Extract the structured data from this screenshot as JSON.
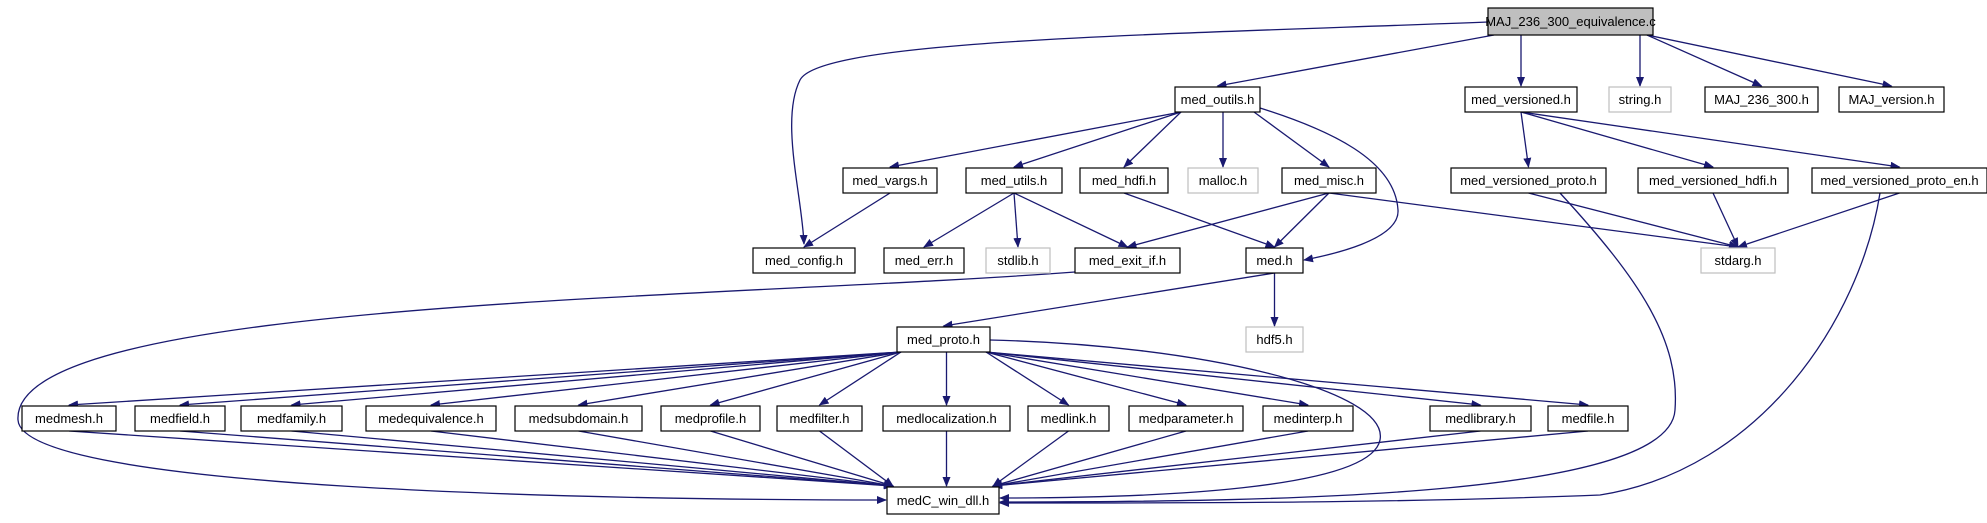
{
  "colors": {
    "edge": "#191970",
    "node_border": "#000000",
    "external_border": "#bfbfbf",
    "root_fill": "#bfbfbf",
    "node_fill": "#ffffff",
    "label": "#000000"
  },
  "nodes": [
    {
      "id": "root",
      "label": "MAJ_236_300_equivalence.c",
      "kind": "root"
    },
    {
      "id": "med_outils",
      "label": "med_outils.h",
      "kind": "header"
    },
    {
      "id": "med_versioned",
      "label": "med_versioned.h",
      "kind": "header"
    },
    {
      "id": "string",
      "label": "string.h",
      "kind": "external"
    },
    {
      "id": "maj236300",
      "label": "MAJ_236_300.h",
      "kind": "header"
    },
    {
      "id": "majversion",
      "label": "MAJ_version.h",
      "kind": "header"
    },
    {
      "id": "med_vargs",
      "label": "med_vargs.h",
      "kind": "header"
    },
    {
      "id": "med_utils",
      "label": "med_utils.h",
      "kind": "header"
    },
    {
      "id": "med_hdfi",
      "label": "med_hdfi.h",
      "kind": "header"
    },
    {
      "id": "malloc",
      "label": "malloc.h",
      "kind": "external"
    },
    {
      "id": "med_misc",
      "label": "med_misc.h",
      "kind": "header"
    },
    {
      "id": "med_versioned_proto",
      "label": "med_versioned_proto.h",
      "kind": "header"
    },
    {
      "id": "med_versioned_hdfi",
      "label": "med_versioned_hdfi.h",
      "kind": "header"
    },
    {
      "id": "med_versioned_proto_en",
      "label": "med_versioned_proto_en.h",
      "kind": "header"
    },
    {
      "id": "med_config",
      "label": "med_config.h",
      "kind": "header"
    },
    {
      "id": "med_err",
      "label": "med_err.h",
      "kind": "header"
    },
    {
      "id": "stdlib",
      "label": "stdlib.h",
      "kind": "external"
    },
    {
      "id": "med_exit_if",
      "label": "med_exit_if.h",
      "kind": "header"
    },
    {
      "id": "med_h",
      "label": "med.h",
      "kind": "header"
    },
    {
      "id": "stdarg",
      "label": "stdarg.h",
      "kind": "external"
    },
    {
      "id": "hdf5",
      "label": "hdf5.h",
      "kind": "external"
    },
    {
      "id": "med_proto",
      "label": "med_proto.h",
      "kind": "header"
    },
    {
      "id": "medmesh",
      "label": "medmesh.h",
      "kind": "header"
    },
    {
      "id": "medfield",
      "label": "medfield.h",
      "kind": "header"
    },
    {
      "id": "medfamily",
      "label": "medfamily.h",
      "kind": "header"
    },
    {
      "id": "medequivalence",
      "label": "medequivalence.h",
      "kind": "header"
    },
    {
      "id": "medsubdomain",
      "label": "medsubdomain.h",
      "kind": "header"
    },
    {
      "id": "medprofile",
      "label": "medprofile.h",
      "kind": "header"
    },
    {
      "id": "medfilter",
      "label": "medfilter.h",
      "kind": "header"
    },
    {
      "id": "medlocalization",
      "label": "medlocalization.h",
      "kind": "header"
    },
    {
      "id": "medlink",
      "label": "medlink.h",
      "kind": "header"
    },
    {
      "id": "medparameter",
      "label": "medparameter.h",
      "kind": "header"
    },
    {
      "id": "medinterp",
      "label": "medinterp.h",
      "kind": "header"
    },
    {
      "id": "medlibrary",
      "label": "medlibrary.h",
      "kind": "header"
    },
    {
      "id": "medfile",
      "label": "medfile.h",
      "kind": "header"
    },
    {
      "id": "medc_win_dll",
      "label": "medC_win_dll.h",
      "kind": "header"
    }
  ],
  "edges": [
    [
      "root",
      "med_outils"
    ],
    [
      "root",
      "med_versioned"
    ],
    [
      "root",
      "string"
    ],
    [
      "root",
      "maj236300"
    ],
    [
      "root",
      "majversion"
    ],
    [
      "root",
      "med_config"
    ],
    [
      "med_outils",
      "med_vargs"
    ],
    [
      "med_outils",
      "med_utils"
    ],
    [
      "med_outils",
      "med_hdfi"
    ],
    [
      "med_outils",
      "malloc"
    ],
    [
      "med_outils",
      "med_misc"
    ],
    [
      "med_outils",
      "med_h"
    ],
    [
      "med_versioned",
      "med_versioned_proto"
    ],
    [
      "med_versioned",
      "med_versioned_hdfi"
    ],
    [
      "med_versioned",
      "med_versioned_proto_en"
    ],
    [
      "med_vargs",
      "med_config"
    ],
    [
      "med_utils",
      "med_err"
    ],
    [
      "med_utils",
      "stdlib"
    ],
    [
      "med_utils",
      "med_exit_if"
    ],
    [
      "med_hdfi",
      "med_h"
    ],
    [
      "med_misc",
      "med_exit_if"
    ],
    [
      "med_misc",
      "med_h"
    ],
    [
      "med_misc",
      "stdarg"
    ],
    [
      "med_versioned_proto",
      "stdarg"
    ],
    [
      "med_versioned_proto",
      "medc_win_dll"
    ],
    [
      "med_versioned_hdfi",
      "stdarg"
    ],
    [
      "med_versioned_proto_en",
      "stdarg"
    ],
    [
      "med_versioned_proto_en",
      "medc_win_dll"
    ],
    [
      "med_exit_if",
      "medc_win_dll"
    ],
    [
      "med_h",
      "hdf5"
    ],
    [
      "med_h",
      "med_proto"
    ],
    [
      "med_proto",
      "medmesh"
    ],
    [
      "med_proto",
      "medfield"
    ],
    [
      "med_proto",
      "medfamily"
    ],
    [
      "med_proto",
      "medequivalence"
    ],
    [
      "med_proto",
      "medsubdomain"
    ],
    [
      "med_proto",
      "medprofile"
    ],
    [
      "med_proto",
      "medfilter"
    ],
    [
      "med_proto",
      "medlocalization"
    ],
    [
      "med_proto",
      "medlink"
    ],
    [
      "med_proto",
      "medparameter"
    ],
    [
      "med_proto",
      "medinterp"
    ],
    [
      "med_proto",
      "medlibrary"
    ],
    [
      "med_proto",
      "medfile"
    ],
    [
      "med_proto",
      "medc_win_dll"
    ],
    [
      "medmesh",
      "medc_win_dll"
    ],
    [
      "medfield",
      "medc_win_dll"
    ],
    [
      "medfamily",
      "medc_win_dll"
    ],
    [
      "medequivalence",
      "medc_win_dll"
    ],
    [
      "medsubdomain",
      "medc_win_dll"
    ],
    [
      "medprofile",
      "medc_win_dll"
    ],
    [
      "medfilter",
      "medc_win_dll"
    ],
    [
      "medlocalization",
      "medc_win_dll"
    ],
    [
      "medlink",
      "medc_win_dll"
    ],
    [
      "medparameter",
      "medc_win_dll"
    ],
    [
      "medinterp",
      "medc_win_dll"
    ],
    [
      "medlibrary",
      "medc_win_dll"
    ],
    [
      "medfile",
      "medc_win_dll"
    ]
  ]
}
